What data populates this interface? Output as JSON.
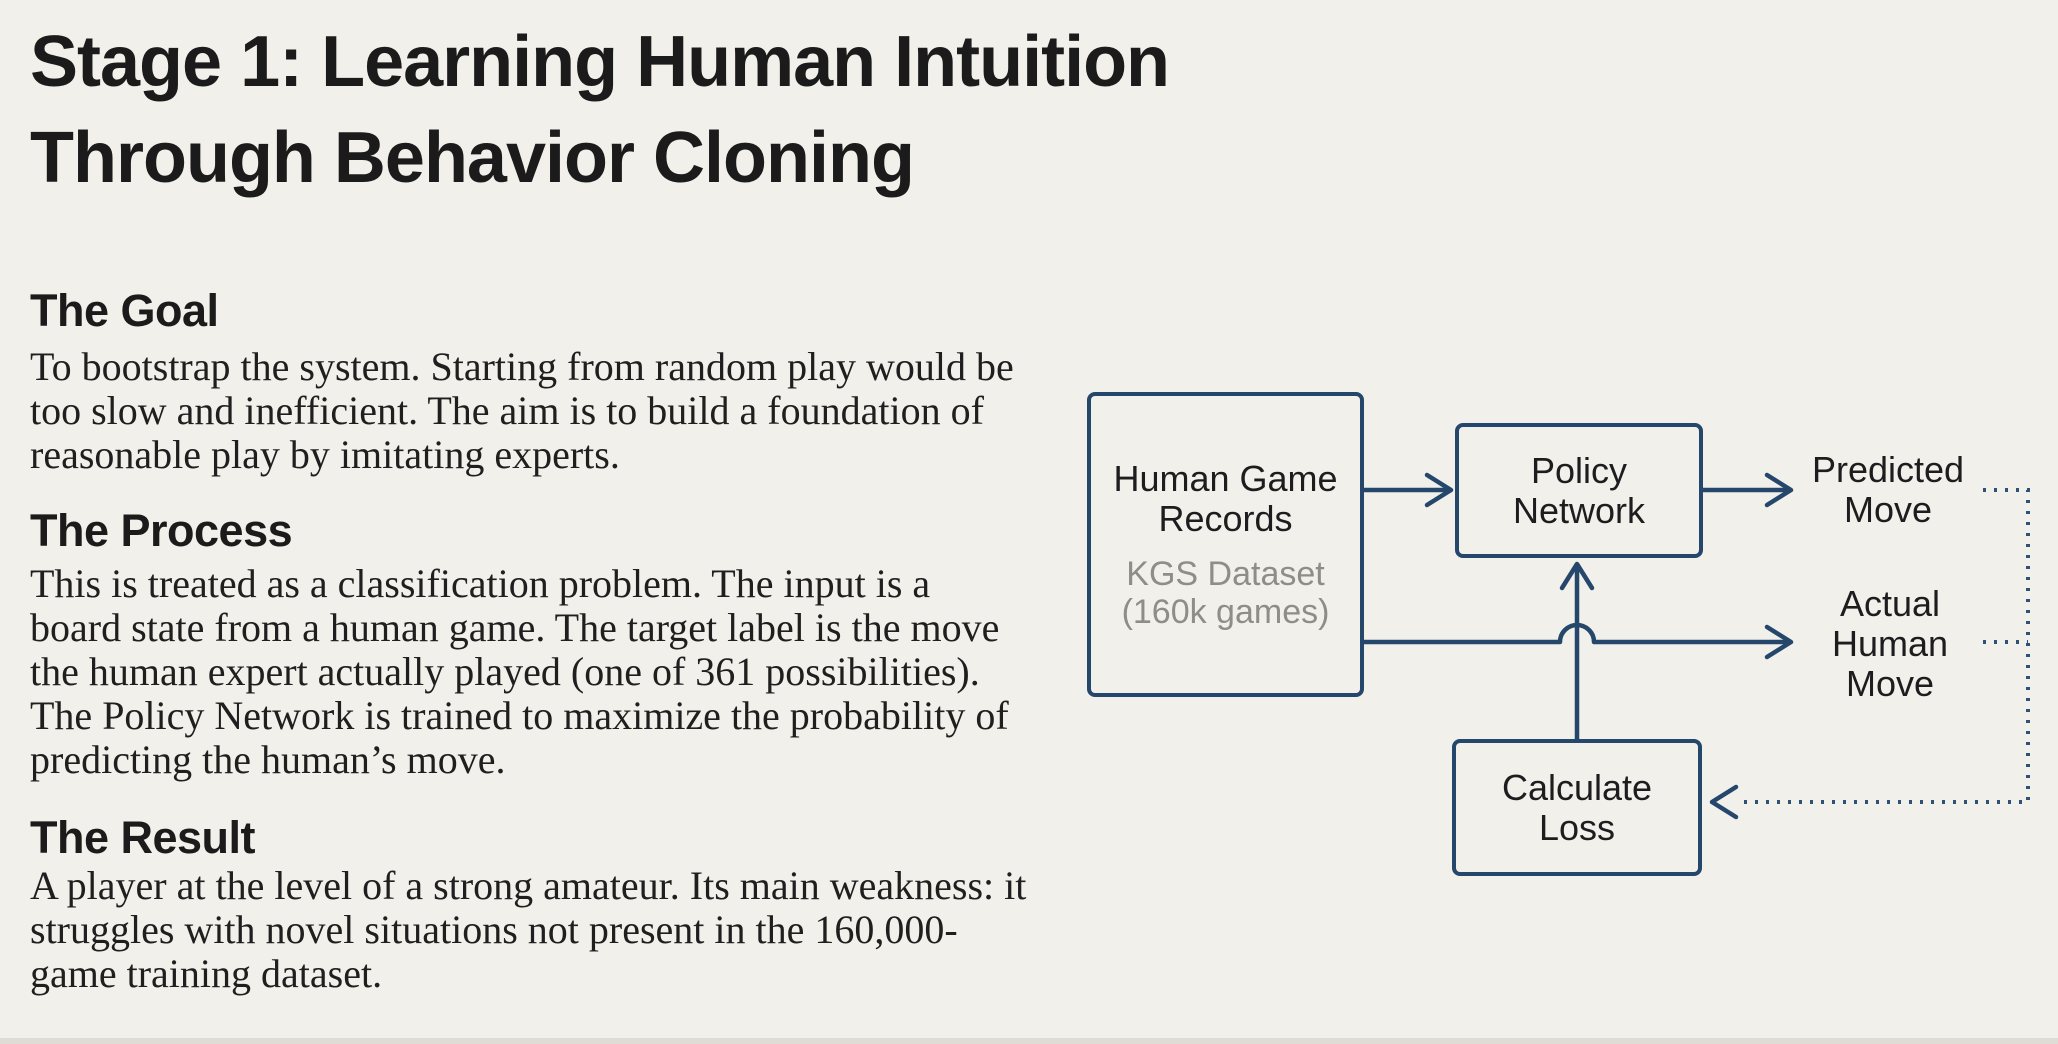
{
  "slide": {
    "title": "Stage 1: Learning Human Intuition\nThrough Behavior Cloning",
    "background": "#f2f0ea",
    "accent": "#24476b",
    "muted_color": "#8e8d88"
  },
  "sections": [
    {
      "heading": "The Goal",
      "body": "To bootstrap the system. Starting from random play would be\ntoo slow and inefficient. The aim is to build a foundation of\nreasonable play by imitating experts."
    },
    {
      "heading": "The Process",
      "body": "This is treated as a classification problem. The input is a\nboard state from a human game. The target label is the move\nthe human expert actually played (one of 361 possibilities).\nThe Policy Network is trained to maximize the probability of\npredicting the human’s move."
    },
    {
      "heading": "The Result",
      "body": "A player at the level of a strong amateur. Its main weakness: it\nstruggles with novel situations not present in the 160,000-\ngame training dataset."
    }
  ],
  "diagram": {
    "nodes": {
      "human_game_records": {
        "title": "Human Game\nRecords",
        "subtitle": "KGS Dataset\n(160k games)"
      },
      "policy_network": {
        "label": "Policy\nNetwork"
      },
      "calculate_loss": {
        "label": "Calculate\nLoss"
      },
      "predicted_move": {
        "label": "Predicted\nMove"
      },
      "actual_human_move": {
        "label": "Actual\nHuman\nMove"
      }
    },
    "edges": [
      {
        "from": "human_game_records",
        "to": "policy_network",
        "style": "solid"
      },
      {
        "from": "policy_network",
        "to": "predicted_move",
        "style": "solid"
      },
      {
        "from": "human_game_records",
        "to": "actual_human_move",
        "style": "solid"
      },
      {
        "from": "calculate_loss",
        "to": "policy_network",
        "style": "solid"
      },
      {
        "from": "predicted_move",
        "to": "calculate_loss",
        "style": "dotted"
      },
      {
        "from": "actual_human_move",
        "to": "calculate_loss",
        "style": "dotted"
      }
    ]
  }
}
